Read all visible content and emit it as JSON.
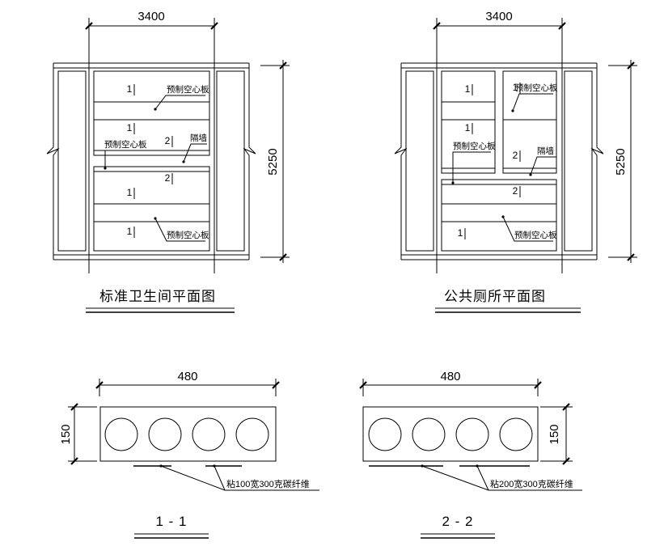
{
  "plan_standard": {
    "title": "标准卫生间平面图",
    "width_dim": "3400",
    "height_dim": "5250",
    "label_slab_top": "预制空心板",
    "label_slab_mid": "预制空心板",
    "label_partition": "隔墙",
    "label_slab_bottom": "预制空心板",
    "mark_1": "1",
    "mark_2": "2"
  },
  "plan_public": {
    "title": "公共厕所平面图",
    "width_dim": "3400",
    "height_dim": "5250",
    "label_slab_top": "预制空心板",
    "label_slab_mid": "预制空心板",
    "label_partition": "隔墙",
    "label_slab_bottom": "预制空心板",
    "mark_1": "1",
    "mark_2": "2"
  },
  "section_1": {
    "title": "1 - 1",
    "width_dim": "480",
    "height_dim": "150",
    "note": "粘100宽300克碳纤维"
  },
  "section_2": {
    "title": "2 - 2",
    "width_dim": "480",
    "height_dim": "150",
    "note": "粘200宽300克碳纤维"
  }
}
